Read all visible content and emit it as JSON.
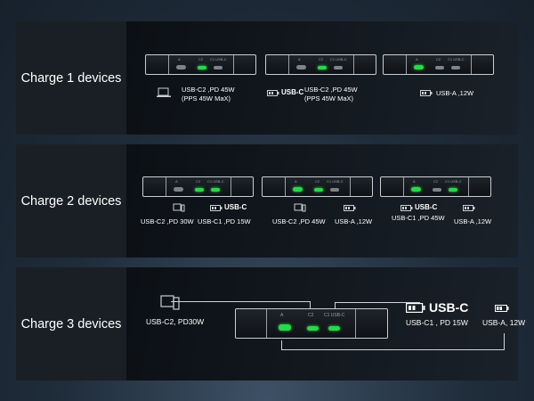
{
  "rows": [
    {
      "title": "Charge 1 devices",
      "scenarios": [
        {
          "lines": [
            "USB-C2 ,PD 45W",
            "(PPS 45W MaX)"
          ],
          "device_icon": "laptop-icon"
        },
        {
          "lines": [
            "USB-C2 ,PD 45W",
            "(PPS 45W MaX)"
          ],
          "device_icon": "battery-usbc-icon",
          "badge": "USB-C"
        },
        {
          "lines": [
            "USB-A ,12W"
          ],
          "device_icon": "battery-icon"
        }
      ]
    },
    {
      "title": "Charge 2 devices",
      "scenarios": [
        {
          "left": "USB-C2 ,PD 30W",
          "right": "USB-C1 ,PD 15W",
          "badge": "USB-C"
        },
        {
          "left": "USB-C2 ,PD 45W",
          "right": "USB-A ,12W"
        },
        {
          "left": "USB-C1 ,PD 45W",
          "right": "USB-A ,12W",
          "badge": "USB-C"
        }
      ]
    },
    {
      "title": "Charge 3 devices",
      "left": "USB-C2, PD30W",
      "middle": "USB-C1 , PD 15W",
      "right": "USB-A, 12W",
      "badge": "USB-C"
    }
  ],
  "port_labels": {
    "a": "A",
    "c2": "C2",
    "c1": "C1 USB-C"
  },
  "colors": {
    "active": "#27d84a",
    "inactive": "#7d838a",
    "panel": "#0f1318"
  }
}
